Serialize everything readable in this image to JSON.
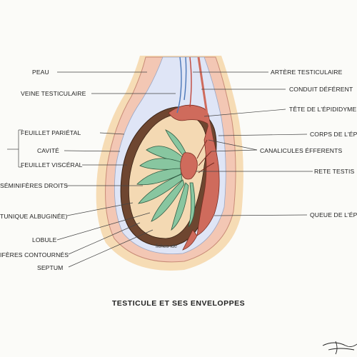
{
  "title": "TESTICULE ET SES ENVELOPPES",
  "watermark": "fiches-ide",
  "labels_left": {
    "peau": "PEAU",
    "veine": "VEINE TESTICULAIRE",
    "feuillet_parietal": "FEUILLET PARIÉTAL",
    "cavite": "CAVITÉ",
    "feuillet_visceral": "FEUILLET VISCÉRAL",
    "tubes_droits": "SÉMINIFÈRES DROITS",
    "albuginee": "TUNIQUE ALBUGINÉE)",
    "lobule": "LOBULE",
    "tubes_contournes": "IFÈRES CONTOURNÉS",
    "septum": "SEPTUM"
  },
  "labels_right": {
    "artere": "ARTÈRE TESTICULAIRE",
    "conduit": "CONDUIT DÉFÉRENT",
    "tete": "TÊTE DE L'ÉPIDIDYME",
    "corps": "CORPS DE L'ÉP",
    "canalicules": "CANALICULES ÉFFERENTS",
    "rete": "RETE TESTIS",
    "queue": "QUEUE DE L'ÉP"
  },
  "colors": {
    "skin": "#f6dcb5",
    "dartos": "#f3c7b4",
    "vaginalis": "#dfe5f6",
    "albuginea": "#6e4630",
    "parenchyma": "#f4d9b3",
    "lobules": "#88c6a0",
    "epididymis": "#cf6b5c",
    "artery": "#c0453a",
    "vein": "#4b77b8"
  }
}
